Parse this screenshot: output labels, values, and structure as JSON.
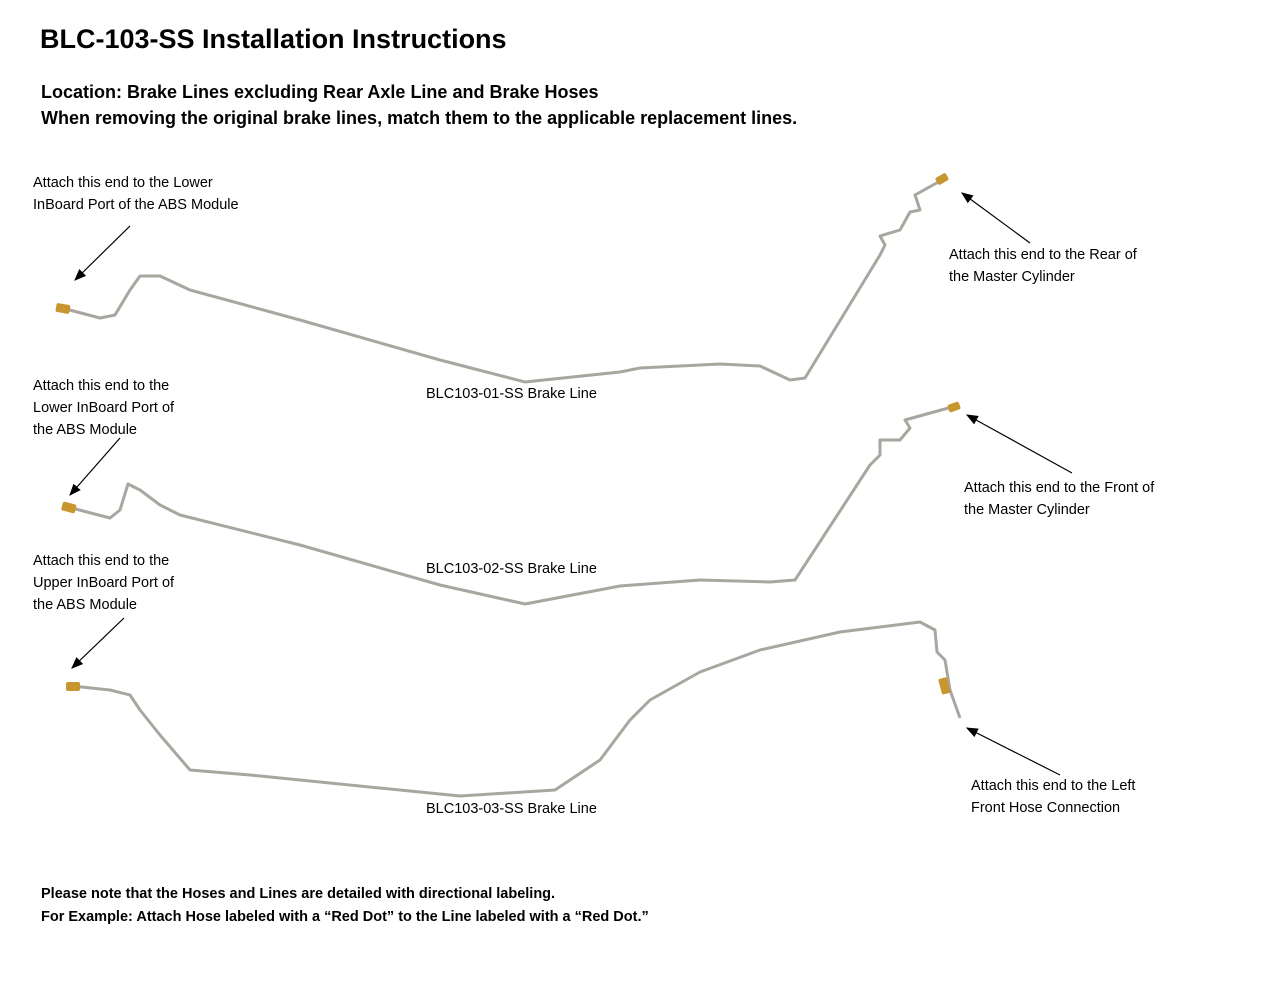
{
  "title": "BLC-103-SS Installation Instructions",
  "subtitle_location": "Location: Brake Lines excluding Rear Axle Line and Brake Hoses",
  "subtitle_instruction": "When removing the original brake lines, match them to the applicable replacement lines.",
  "lines": [
    {
      "name": "BLC103-01-SS Brake Line",
      "left_note": "Attach this end to the Lower\nInBoard Port of the ABS Module",
      "right_note": "Attach this end to the Rear of\nthe Master Cylinder"
    },
    {
      "name": "BLC103-02-SS Brake Line",
      "left_note": "Attach this end to the\nLower InBoard Port of\nthe ABS Module",
      "right_note": "Attach this end to the Front of\nthe Master Cylinder"
    },
    {
      "name": "BLC103-03-SS Brake Line",
      "left_note": "Attach this end to the\nUpper InBoard Port of\nthe ABS Module",
      "right_note": "Attach this end to the Left\nFront Hose Connection"
    }
  ],
  "footer": {
    "note1": "Please note that the Hoses and Lines are detailed with directional labeling.",
    "note2": "For Example: Attach Hose labeled with a “Red Dot” to the Line labeled with a “Red Dot.”"
  },
  "colors": {
    "tube": "#a9a69f",
    "fitting": "#c8962e"
  }
}
